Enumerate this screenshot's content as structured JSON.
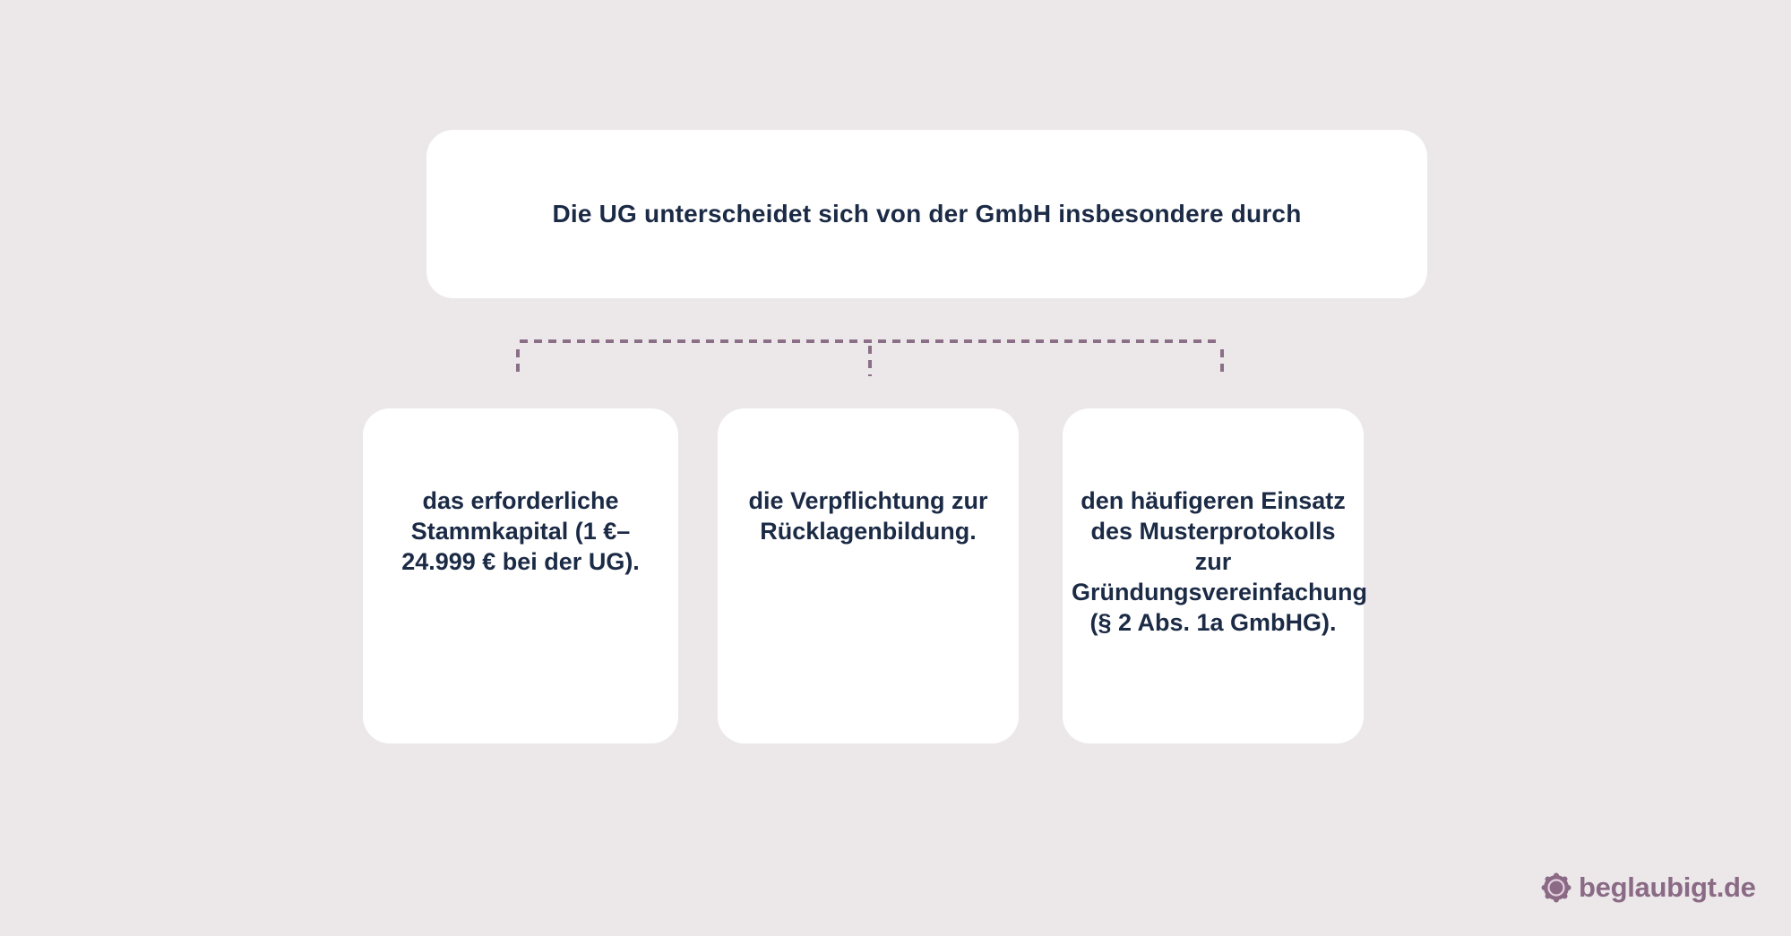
{
  "diagram": {
    "title": "Die UG unterscheidet sich von der GmbH insbesondere durch",
    "items": [
      {
        "text": "das erforderliche Stammkapital (1 €– 24.999 € bei der UG)."
      },
      {
        "text": "die Verpflichtung zur Rücklagenbildung."
      },
      {
        "text": "den häufigeren Einsatz des Musterprotokolls zur Gründungsvereinfachung (§ 2 Abs. 1a GmbHG)."
      }
    ],
    "connector": {
      "style": "dashed",
      "color": "#8b6f87"
    }
  },
  "brand": {
    "name": "beglaubigt.de",
    "icon": "seal-icon",
    "color": "#8a6a85"
  },
  "colors": {
    "background": "#ece8ea",
    "card": "#ffffff",
    "text": "#1b2a45"
  }
}
